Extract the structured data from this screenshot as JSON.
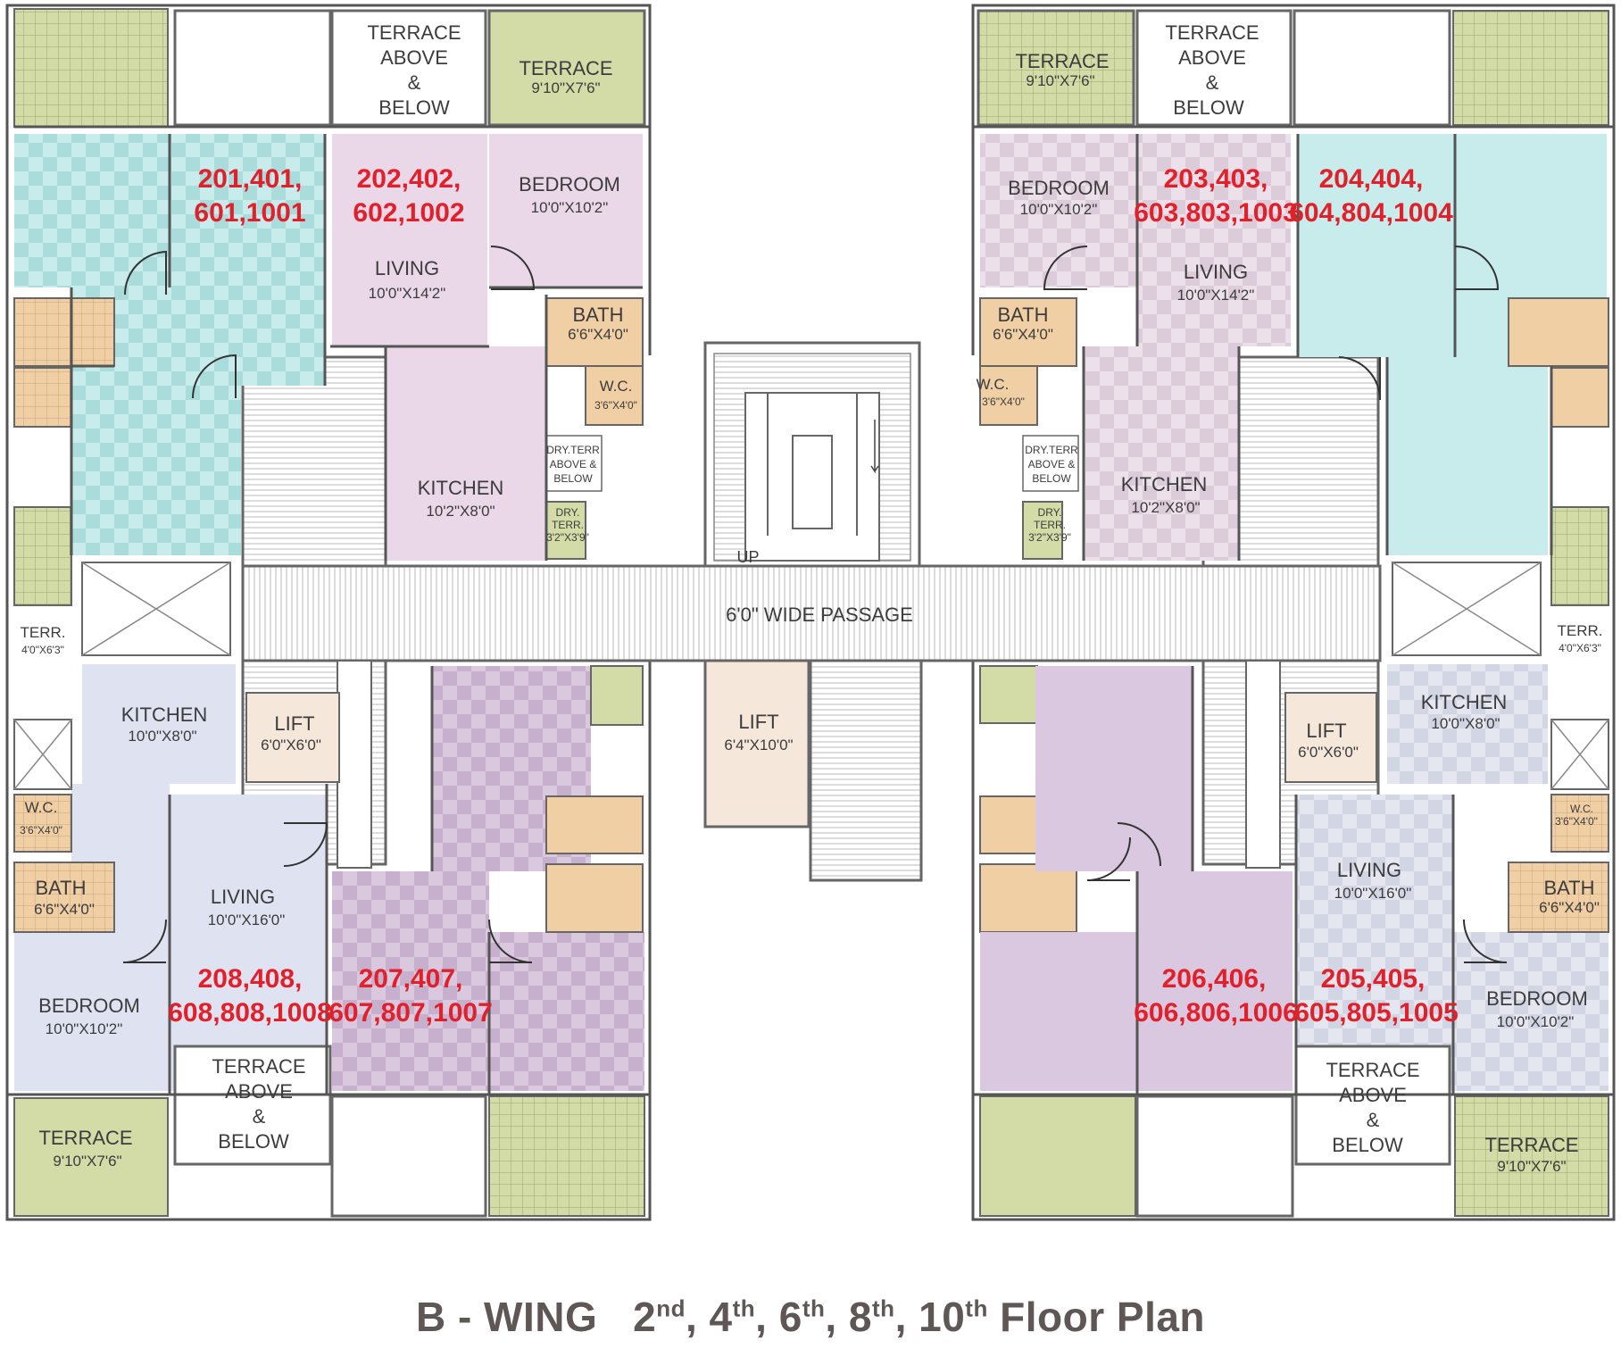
{
  "colors": {
    "terrace_green": "#d3dba6",
    "bath_orange": "#f1cfa4",
    "unit_cyan": "#c8ebeb",
    "unit_pink": "#ead7e8",
    "unit_blue": "#dfe3f1",
    "unit_purple": "#d9c8df",
    "lift_beige": "#f5e7da",
    "unit_number_red": "#e0202a",
    "title_gray": "#5f5656"
  },
  "units": {
    "u201": [
      "201,401,",
      "601,1001"
    ],
    "u202": [
      "202,402,",
      "602,1002"
    ],
    "u203": [
      "203,403,",
      "603,803,1003"
    ],
    "u204": [
      "204,404,",
      "604,804,1004"
    ],
    "u205": [
      "205,405,",
      "605,805,1005"
    ],
    "u206": [
      "206,406,",
      "606,806,1006"
    ],
    "u207": [
      "207,407,",
      "607,807,1007"
    ],
    "u208": [
      "208,408,",
      "608,808,1008"
    ]
  },
  "rooms": {
    "terrace_above_below": [
      "TERRACE",
      "ABOVE",
      "&",
      "BELOW"
    ],
    "terrace": "TERRACE",
    "terrace_size": "9'10\"X7'6\"",
    "bedroom": "BEDROOM",
    "bedroom_size": "10'0\"X10'2\"",
    "living": "LIVING",
    "living_size_small": "10'0\"X14'2\"",
    "living_size_large": "10'0\"X16'0\"",
    "kitchen": "KITCHEN",
    "kitchen_size_a": "10'2\"X8'0\"",
    "kitchen_size_b": "10'0\"X8'0\"",
    "bath": "BATH",
    "bath_size": "6'6\"X4'0\"",
    "wc": "W.C.",
    "wc_size": "3'6\"X4'0\"",
    "dry_terr_above_below": [
      "DRY.TERR",
      "ABOVE &",
      "BELOW"
    ],
    "dry_terr": [
      "DRY.",
      "TERR."
    ],
    "dry_terr_size_a": "3'2\"X3'9\"",
    "terr": "TERR.",
    "terr_size": "4'0\"X6'3\"",
    "lift": "LIFT",
    "lift_size_small": "6'0\"X6'0\"",
    "lift_size_big": "6'4\"X10'0\"",
    "passage": "6'0\" WIDE PASSAGE",
    "up": "UP"
  },
  "title": {
    "wing": "B - WING",
    "floors": [
      {
        "n": "2",
        "sup": "nd",
        "sep": ", "
      },
      {
        "n": "4",
        "sup": "th",
        "sep": ", "
      },
      {
        "n": "6",
        "sup": "th",
        "sep": ", "
      },
      {
        "n": "8",
        "sup": "th",
        "sep": ", "
      },
      {
        "n": "10",
        "sup": "th",
        "sep": " "
      }
    ],
    "suffix": "Floor Plan"
  }
}
